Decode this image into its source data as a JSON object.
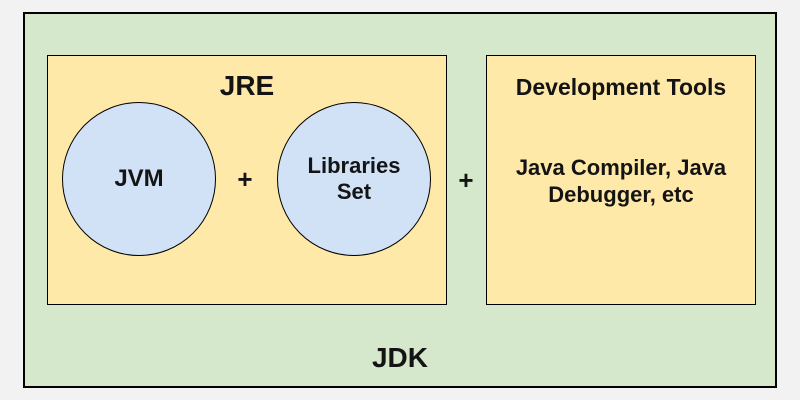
{
  "diagram": {
    "outer_label": "JDK",
    "jre": {
      "title": "JRE",
      "jvm_label": "JVM",
      "plus": "+",
      "libraries_lines": [
        "Libraries",
        "Set"
      ]
    },
    "plus": "+",
    "dev_tools": {
      "title": "Development Tools",
      "body_lines": [
        "Java Compiler, Java",
        "Debugger, etc"
      ]
    },
    "colors": {
      "page_background": "#f1f2f1",
      "jdk_box_fill": "#d6e8cc",
      "yellow_box_fill": "#ffe9a8",
      "circle_fill": "#d1e2f7",
      "border": "#000000",
      "text": "#141414"
    }
  }
}
